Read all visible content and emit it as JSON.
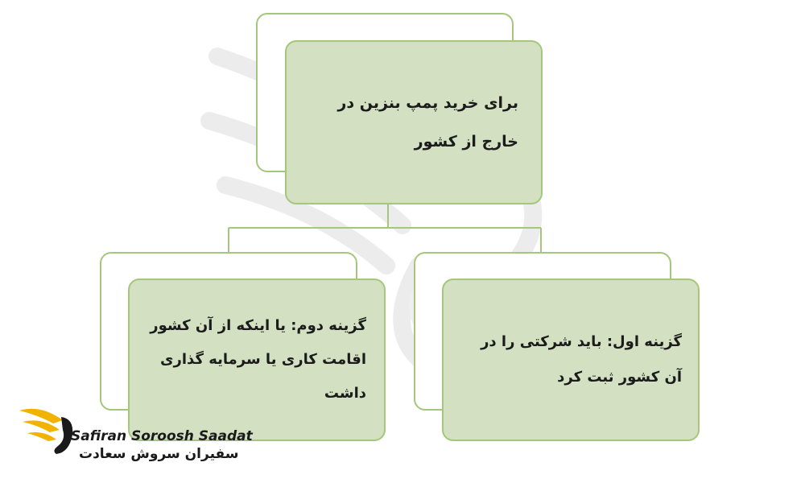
{
  "diagram": {
    "root": {
      "text": "برای خرید پمپ بنزین در خارج از کشور"
    },
    "children": [
      {
        "id": "option-two",
        "text": "گزینه دوم: یا اینکه از آن کشور اقامت کاری یا سرمایه گذاری داشت"
      },
      {
        "id": "option-one",
        "text": "گزینه اول: باید شرکتی را در آن کشور ثبت کرد"
      }
    ]
  },
  "brand": {
    "name_en": "Safiran Soroosh Saadat",
    "name_fa": "سفیران سروش سعادت"
  },
  "colors": {
    "card_fill": "#d3e0c1",
    "card_border": "#a4c77c",
    "connector": "#a4c77c",
    "logo_gold": "#f2b300"
  }
}
